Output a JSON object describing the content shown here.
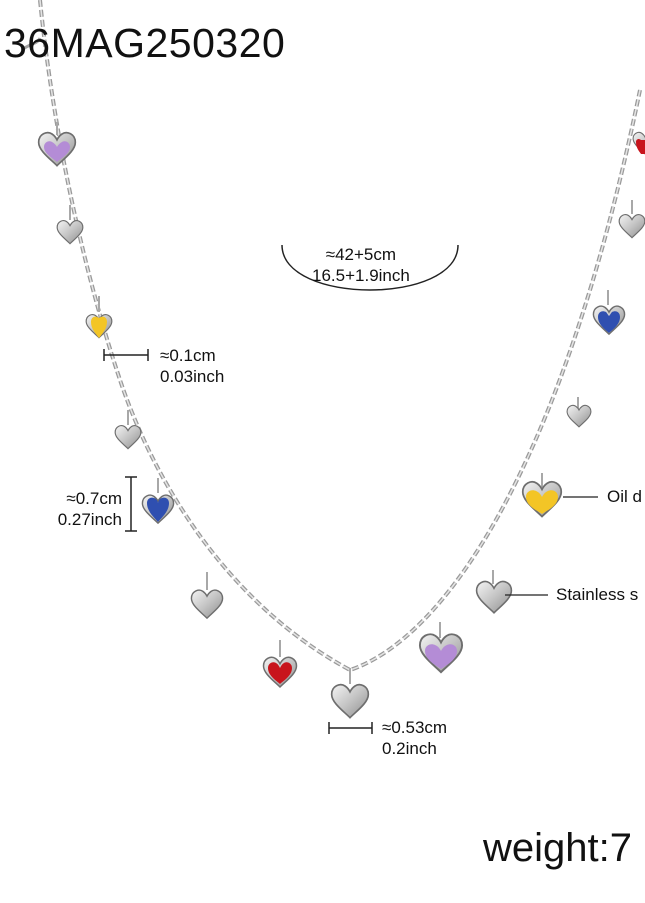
{
  "product_code": "36MAG250320",
  "dimensions": {
    "length": {
      "cm": "≈42+5cm",
      "inch": "16.5+1.9inch"
    },
    "chain_width": {
      "cm": "≈0.1cm",
      "inch": "0.03inch"
    },
    "heart_height": {
      "cm": "≈0.7cm",
      "inch": "0.27inch"
    },
    "heart_width": {
      "cm": "≈0.53cm",
      "inch": "0.2inch"
    }
  },
  "callouts": {
    "oil": "Oil d",
    "steel": "Stainless s"
  },
  "weight_label": "weight:7",
  "colors": {
    "purple": "#b48cd6",
    "yellow": "#f3c526",
    "blue": "#2f4fb0",
    "red": "#c8141c",
    "silver": "#c9c9c9"
  }
}
